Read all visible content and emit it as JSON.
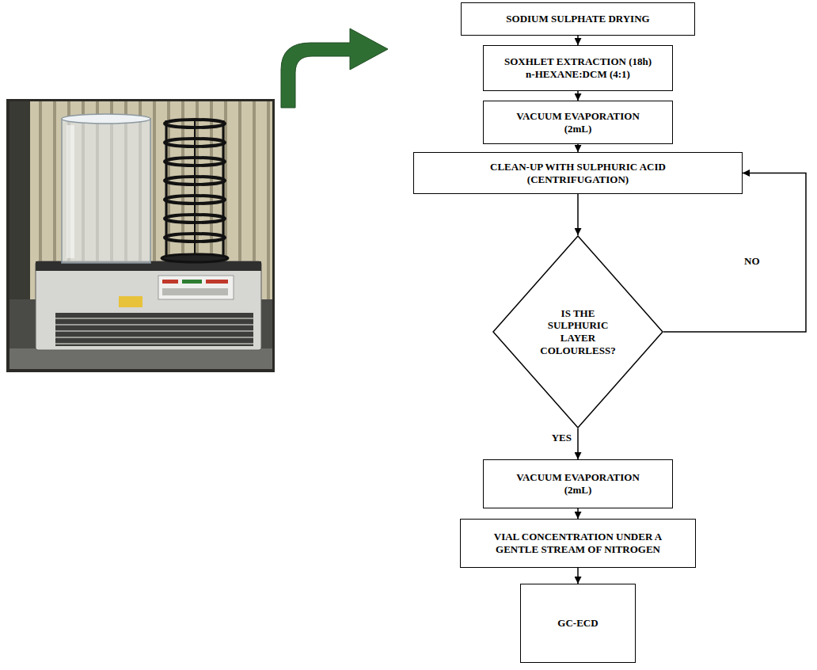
{
  "diagram": {
    "nodes": [
      {
        "text": [
          "SODIUM SULPHATE DRYING"
        ]
      },
      {
        "text": [
          "SOXHLET EXTRACTION (18h)",
          "n-HEXANE:DCM (4:1)"
        ]
      },
      {
        "text": [
          "VACUUM EVAPORATION",
          "(2mL)"
        ]
      },
      {
        "text": [
          "CLEAN-UP WITH SULPHURIC ACID",
          "(CENTRIFUGATION)"
        ]
      },
      {
        "text": [
          "IS THE SULPHURIC LAYER COLOURLESS?"
        ]
      },
      {
        "text": [
          "VACUUM EVAPORATION",
          "(2mL)"
        ]
      },
      {
        "text": [
          "VIAL CONCENTRATION UNDER A GENTLE STREAM OF NITROGEN"
        ]
      },
      {
        "text": [
          "GC-ECD"
        ]
      }
    ],
    "edges": [
      {
        "from": 0,
        "to": 1,
        "arrow": "to"
      },
      {
        "from": 1,
        "to": 2,
        "arrow": "to"
      },
      {
        "from": 2,
        "to": 3,
        "arrow": "to"
      },
      {
        "from": 3,
        "to": 4,
        "arrow": "to"
      },
      {
        "from": 4,
        "to": 3,
        "label": "NO",
        "arrow": "to"
      },
      {
        "from": 4,
        "to": 5,
        "label": "YES",
        "arrow": "to"
      },
      {
        "from": 5,
        "to": 6,
        "arrow": "to"
      },
      {
        "from": 6,
        "to": 7,
        "arrow": "to"
      }
    ]
  }
}
